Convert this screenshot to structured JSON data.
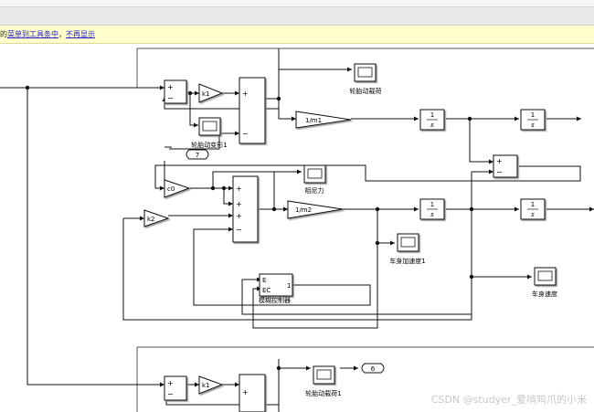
{
  "notice": {
    "prefix": "的",
    "link1": "菜单到工具条中",
    "sep": "，",
    "link2": "不再显示"
  },
  "blocks": {
    "k1": "k1",
    "k2": "k2",
    "c0": "c0",
    "one_over_m1": "1/m1",
    "one_over_m2": "1/m2",
    "integ_num": "1",
    "integ_den": "s",
    "goto7": "7",
    "goto6": "6",
    "plus": "+",
    "minus": "−",
    "fuzzy_E": "E",
    "fuzzy_EC": "EC",
    "fuzzy_out": "1"
  },
  "labels": {
    "tire_load": "轮胎动载荷",
    "tire_deform": "轮胎动变形1",
    "damping": "阻尼力",
    "body_accel": "车身加速度1",
    "body_velocity": "车身速度",
    "fuzzy_controller": "模糊控制器",
    "tire_load1": "轮胎动载荷1"
  },
  "watermark": "CSDN @studyer_爱啃鸡爪的小米"
}
